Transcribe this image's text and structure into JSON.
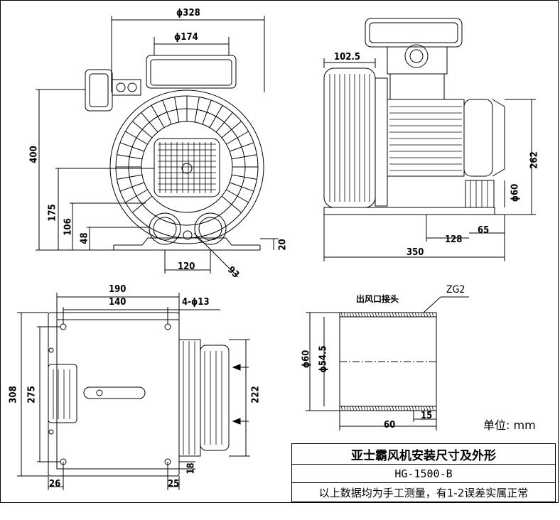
{
  "dims": {
    "d328": "ϕ328",
    "d174": "ϕ174",
    "d400": "400",
    "d175": "175",
    "d106": "106",
    "d48": "48",
    "d20": "20",
    "d120": "120",
    "d93": "93",
    "d102_5": "102.5",
    "d262": "262",
    "d60_side": "ϕ60",
    "d65": "65",
    "d128": "128",
    "d350": "350",
    "d190": "190",
    "d140": "140",
    "holes": "4-ϕ13",
    "d308": "308",
    "d275": "275",
    "d222": "222",
    "d18": "18",
    "d26": "26",
    "d25": "25",
    "outlet_label": "出风口接头",
    "zg2": "ZG2",
    "d60_pipe": "ϕ60",
    "d54_5": "ϕ54.5",
    "d60_len": "60",
    "d15": "15"
  },
  "unit": "单位:  mm",
  "title_block": {
    "title": "亚士霸风机安装尺寸及外形",
    "model": "HG-1500-B",
    "note": "以上数据均为手工测量，有1-2误差实属正常"
  }
}
